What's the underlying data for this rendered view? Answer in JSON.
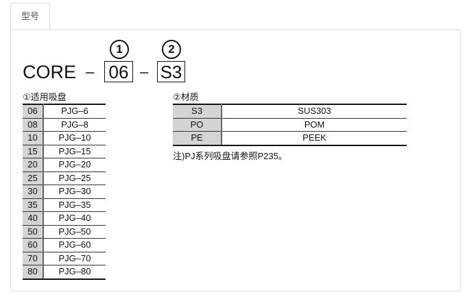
{
  "tab": "型号",
  "code": {
    "prefix": "CORE",
    "dash": "–",
    "part1": "06",
    "part2": "S3",
    "mark1": "1",
    "mark2": "2"
  },
  "suction": {
    "title": "①适用吸盘",
    "rows": [
      [
        "06",
        "PJG–6"
      ],
      [
        "08",
        "PJG–8"
      ],
      [
        "10",
        "PJG–10"
      ],
      [
        "15",
        "PJG–15"
      ],
      [
        "20",
        "PJG–20"
      ],
      [
        "25",
        "PJG–25"
      ],
      [
        "30",
        "PJG–30"
      ],
      [
        "35",
        "PJG–35"
      ],
      [
        "40",
        "PJG–40"
      ],
      [
        "50",
        "PJG–50"
      ],
      [
        "60",
        "PJG–60"
      ],
      [
        "70",
        "PJG–70"
      ],
      [
        "80",
        "PJG–80"
      ]
    ]
  },
  "material": {
    "title": "②材质",
    "rows": [
      [
        "S3",
        "SUS303"
      ],
      [
        "PO",
        "POM"
      ],
      [
        "PE",
        "PEEK"
      ]
    ]
  },
  "note": "注)PJ系列吸盘请参照P235。"
}
